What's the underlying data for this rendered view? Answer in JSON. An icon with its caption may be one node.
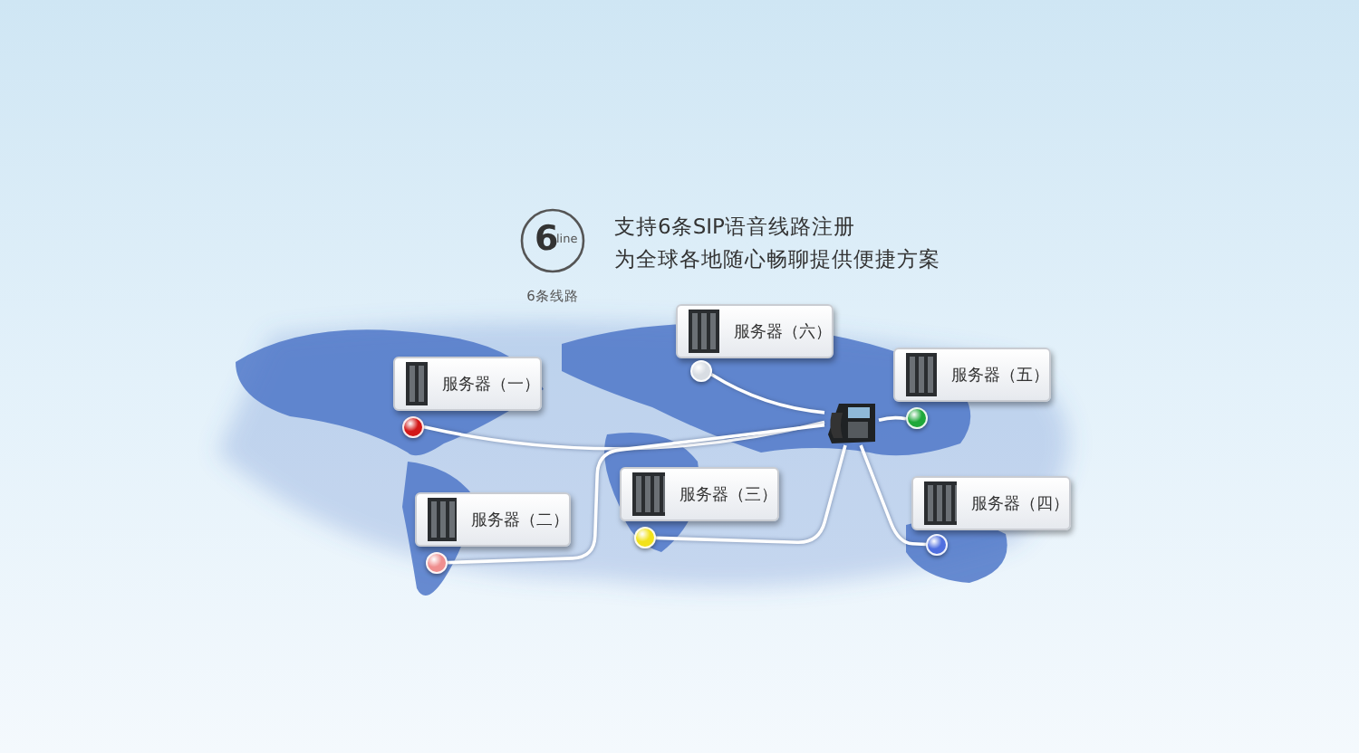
{
  "diagram": {
    "nodes": [
      {
        "text": [
          "6",
          "line"
        ],
        "beside": [
          "6条线路"
        ]
      },
      {
        "text": [
          "服务器（六）"
        ]
      },
      {
        "text": [
          "服务器（一）"
        ]
      },
      {
        "text": [
          "服务器（五）"
        ]
      },
      {
        "text": [
          "服务器（三）"
        ]
      },
      {
        "text": [
          "服务器（二）"
        ]
      },
      {
        "text": [
          "服务器（四）"
        ]
      },
      {
        "text": [],
        "shape": "circle"
      },
      {
        "text": [],
        "shape": "circle"
      },
      {
        "text": [],
        "shape": "circle"
      },
      {
        "text": [],
        "shape": "circle"
      },
      {
        "text": [],
        "shape": "circle"
      },
      {
        "text": [],
        "shape": "circle"
      },
      {
        "text": [],
        "shape": "picture"
      }
    ],
    "edges": [
      {
        "from": 13,
        "to": 7,
        "arrow": "none"
      },
      {
        "from": 13,
        "to": 8,
        "arrow": "none"
      },
      {
        "from": 13,
        "to": 9,
        "arrow": "none"
      },
      {
        "from": 13,
        "to": 10,
        "arrow": "none"
      },
      {
        "from": 13,
        "to": 11,
        "arrow": "none"
      },
      {
        "from": 13,
        "to": 12,
        "arrow": "none"
      }
    ],
    "labels": [
      "支持6条SIP语音线路注册",
      "为全球各地随心畅聊提供便捷方案"
    ]
  }
}
